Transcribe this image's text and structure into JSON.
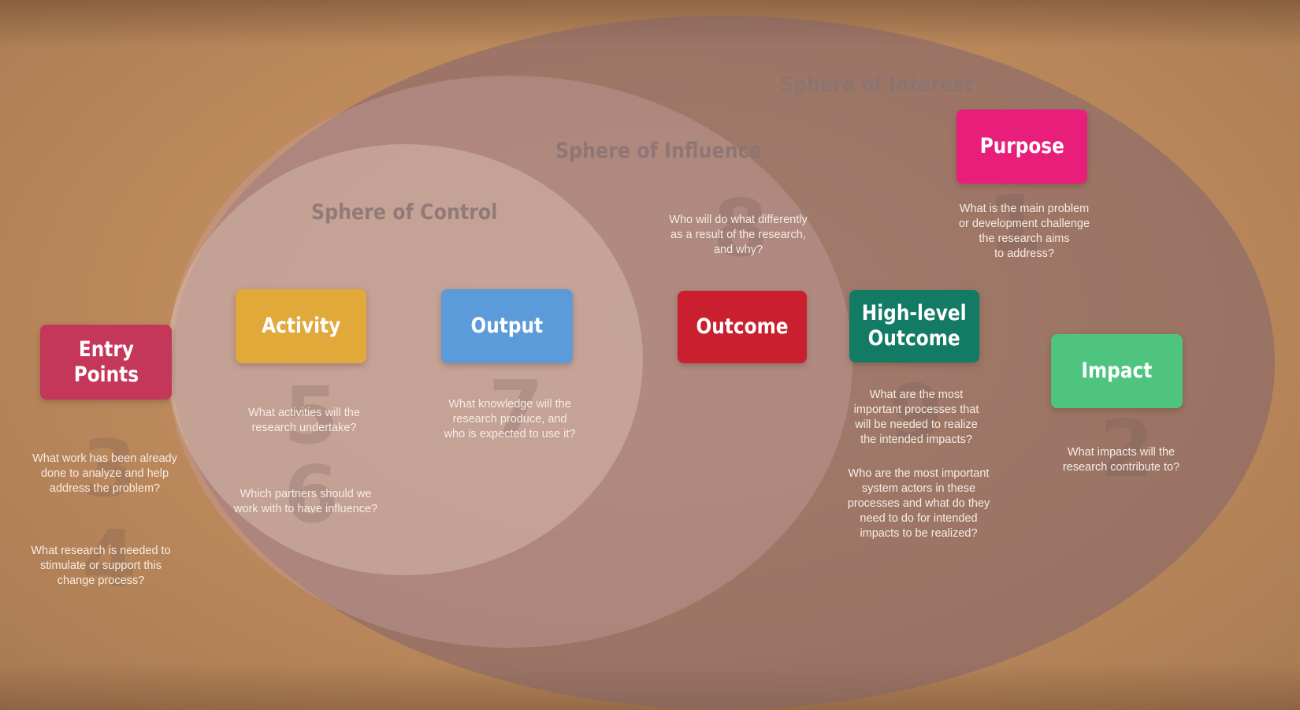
{
  "spheres": {
    "interest": "Sphere of Interest",
    "influence": "Sphere of Influence",
    "control": "Sphere of Control"
  },
  "boxes": {
    "entry_points": {
      "label": "Entry\nPoints",
      "color": "#c4365a"
    },
    "activity": {
      "label": "Activity",
      "color": "#e1a83a"
    },
    "output": {
      "label": "Output",
      "color": "#5b9bd9"
    },
    "outcome": {
      "label": "Outcome",
      "color": "#c91f2e"
    },
    "high_level_outcome": {
      "label": "High-level\nOutcome",
      "color": "#137a63"
    },
    "impact": {
      "label": "Impact",
      "color": "#4ec47e"
    },
    "purpose": {
      "label": "Purpose",
      "color": "#e91e7a"
    }
  },
  "questions": {
    "entry_work": "What work has been already\ndone to analyze and help\naddress the problem?",
    "entry_research": "What research is needed to\nstimulate or support this\nchange process?",
    "activity": "What activities will the\nresearch undertake?",
    "partners": "Which partners should we\nwork with to have influence?",
    "output": "What knowledge will the\nresearch produce, and\nwho is expected to use it?",
    "outcome": "Who will do what differently\nas a result of the research,\nand why?",
    "purpose": "What is the main problem\nor development challenge\nthe research aims\nto address?",
    "high_level_processes": "What are the most\nimportant processes that\nwill be needed to realize\nthe intended impacts?",
    "high_level_actors": "Who are the most important\nsystem actors in these\nprocesses and what do they\nneed to do for intended\nimpacts to be realized?",
    "impact": "What impacts will the\nresearch contribute to?"
  },
  "numbers": {
    "n1": "1",
    "n2": "2",
    "n3": "3",
    "n4": "4",
    "n5": "5",
    "n6": "6",
    "n7": "7",
    "n8": "8",
    "n9": "9"
  }
}
